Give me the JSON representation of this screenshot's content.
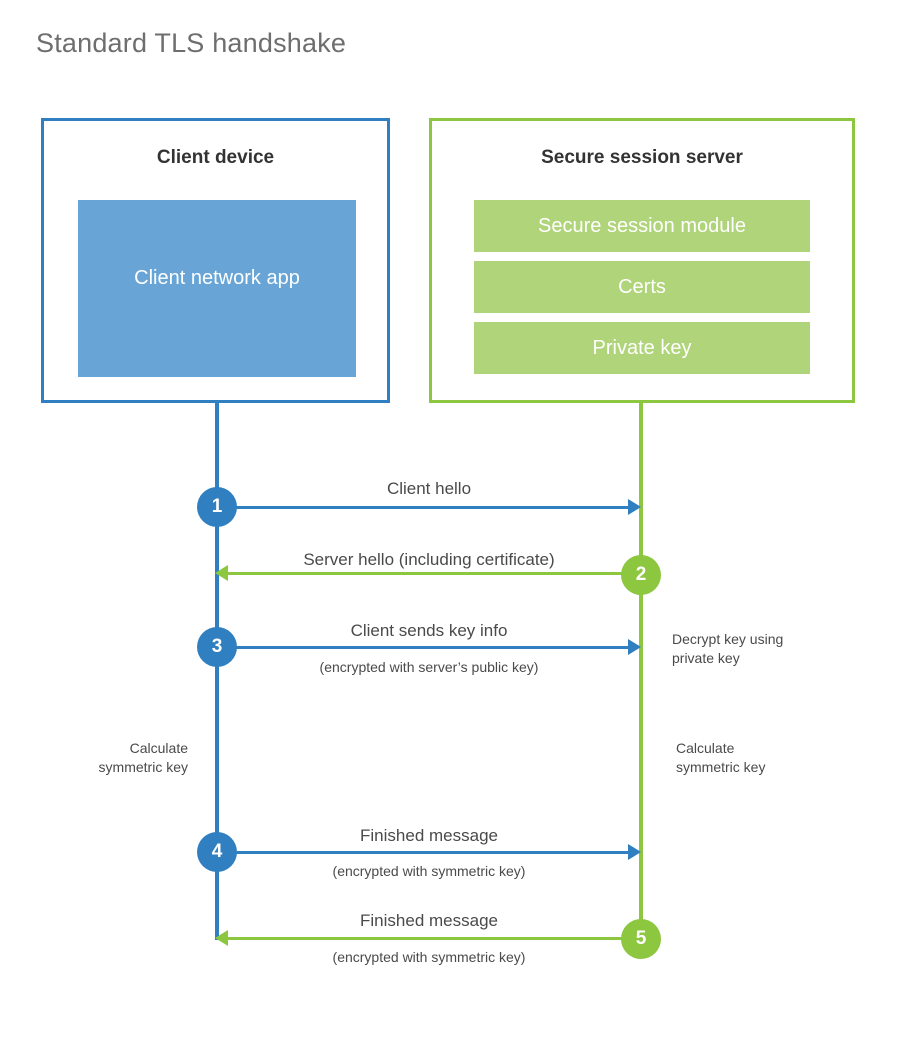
{
  "title": "Standard TLS handshake",
  "colors": {
    "client_accent": "#2f7fc1",
    "client_fill": "#68a5d6",
    "server_accent": "#8dc63f",
    "server_fill": "#b0d47a",
    "text": "#4a4a4a",
    "title_text": "#6e6e6e",
    "background": "#ffffff"
  },
  "actors": {
    "client": {
      "title": "Client device",
      "block": "Client network app"
    },
    "server": {
      "title": "Secure session server",
      "blocks": [
        "Secure session module",
        "Certs",
        "Private key"
      ]
    }
  },
  "steps": [
    {
      "number": "1",
      "label": "Client hello",
      "sublabel": "",
      "direction": "client-to-server",
      "color": "blue"
    },
    {
      "number": "2",
      "label": "Server hello (including certificate)",
      "sublabel": "",
      "direction": "server-to-client",
      "color": "green"
    },
    {
      "number": "3",
      "label": "Client sends key info",
      "sublabel": "(encrypted with server’s public key)",
      "direction": "client-to-server",
      "color": "blue"
    },
    {
      "number": "4",
      "label": "Finished message",
      "sublabel": "(encrypted with symmetric key)",
      "direction": "client-to-server",
      "color": "blue"
    },
    {
      "number": "5",
      "label": "Finished message",
      "sublabel": "(encrypted with symmetric key)",
      "direction": "server-to-client",
      "color": "green"
    }
  ],
  "notes": {
    "decrypt_key": "Decrypt key using\nprivate key",
    "client_calculate": "Calculate\nsymmetric key",
    "server_calculate": "Calculate\nsymmetric key"
  }
}
